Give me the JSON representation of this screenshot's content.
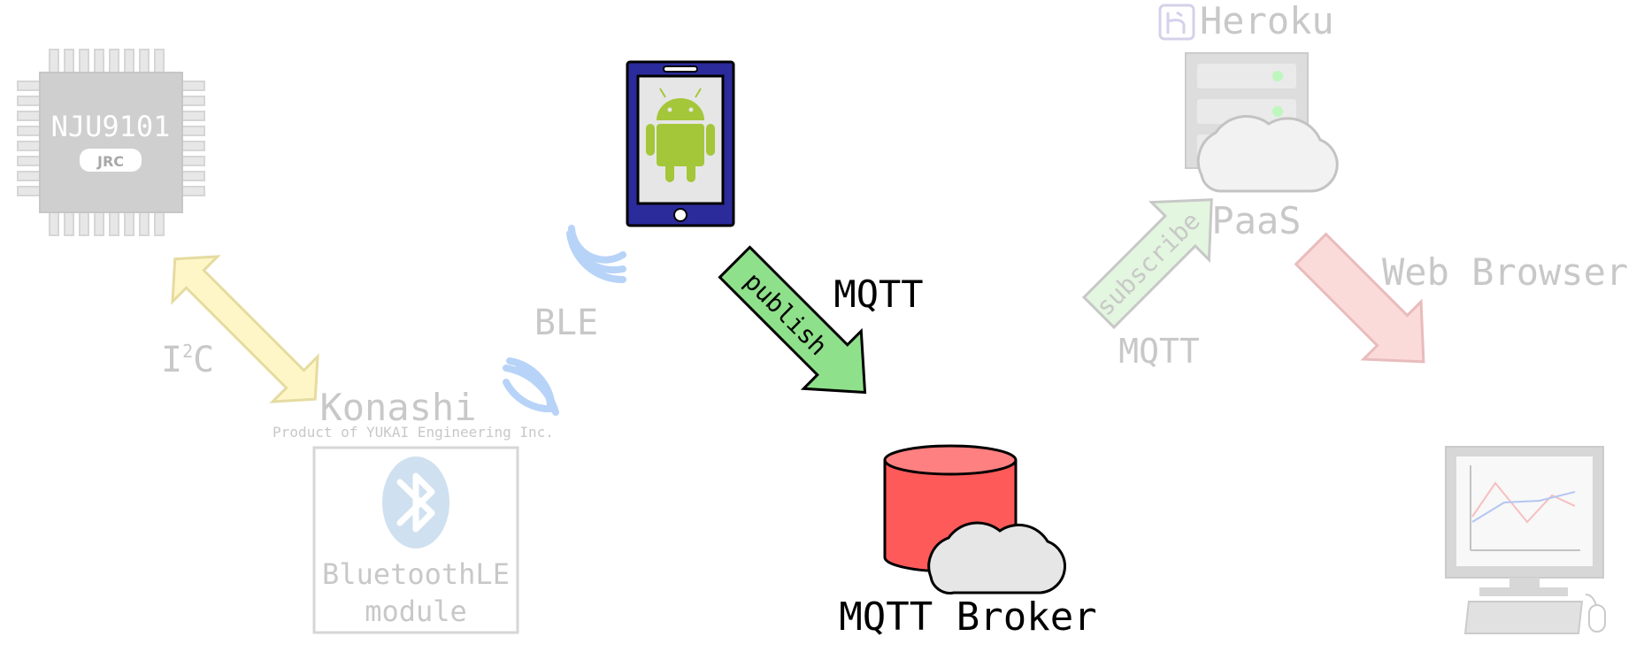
{
  "chip": {
    "label": "NJU9101",
    "logo_text": "JRC"
  },
  "i2c": {
    "label_main": "I",
    "label_sup": "2",
    "label_tail": "C"
  },
  "konashi": {
    "title": "Konashi",
    "subtitle": "Product of YUKAI Engineering Inc.",
    "module_line1": "BluetoothLE",
    "module_line2": "module"
  },
  "ble": {
    "label": "BLE"
  },
  "publish": {
    "arrow_label": "publish",
    "protocol": "MQTT"
  },
  "broker": {
    "label": "MQTT Broker"
  },
  "heroku": {
    "brand": "Heroku",
    "label": "PaaS"
  },
  "subscribe": {
    "arrow_label": "subscribe",
    "protocol": "MQTT"
  },
  "web": {
    "label": "Web Browser"
  },
  "colors": {
    "faded_text": "#c8c8c8",
    "i2c_arrow": "#fff6c8",
    "publish_arrow": "#8fe08a",
    "subscribe_arrow": "#e3f6df",
    "web_arrow": "#fbdada",
    "broker_red": "#ff5a5a",
    "phone_blue": "#2b2b9c",
    "android_green": "#a4c639",
    "ble_wave": "#b8d3f8"
  }
}
